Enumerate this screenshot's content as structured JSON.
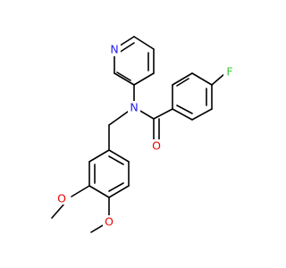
{
  "structure": {
    "atom_labels": {
      "n_pyridine": "N",
      "n_amide": "N",
      "o_carbonyl": "O",
      "f_substituent": "F",
      "o_methoxy_upper": "O",
      "o_methoxy_lower": "O"
    },
    "colors": {
      "bond": "#000000",
      "nitrogen": "#2222ee",
      "oxygen": "#ee0000",
      "fluorine": "#33cc33"
    }
  }
}
